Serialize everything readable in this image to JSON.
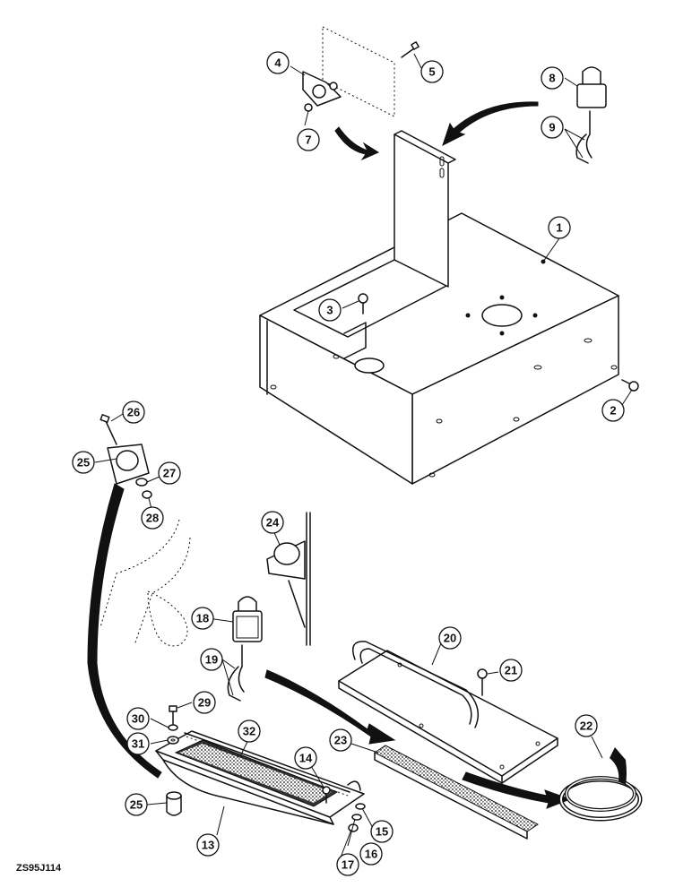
{
  "figure_code": "ZS95J114",
  "callouts": [
    {
      "id": "c1",
      "label": "1"
    },
    {
      "id": "c2",
      "label": "2"
    },
    {
      "id": "c3",
      "label": "3"
    },
    {
      "id": "c4",
      "label": "4"
    },
    {
      "id": "c5",
      "label": "5"
    },
    {
      "id": "c7",
      "label": "7"
    },
    {
      "id": "c8",
      "label": "8"
    },
    {
      "id": "c9",
      "label": "9"
    },
    {
      "id": "c13",
      "label": "13"
    },
    {
      "id": "c14",
      "label": "14"
    },
    {
      "id": "c15",
      "label": "15"
    },
    {
      "id": "c16",
      "label": "16"
    },
    {
      "id": "c17",
      "label": "17"
    },
    {
      "id": "c18",
      "label": "18"
    },
    {
      "id": "c19",
      "label": "19"
    },
    {
      "id": "c20",
      "label": "20"
    },
    {
      "id": "c21",
      "label": "21"
    },
    {
      "id": "c22",
      "label": "22"
    },
    {
      "id": "c23",
      "label": "23"
    },
    {
      "id": "c24",
      "label": "24"
    },
    {
      "id": "c25a",
      "label": "25"
    },
    {
      "id": "c25b",
      "label": "25"
    },
    {
      "id": "c26",
      "label": "26"
    },
    {
      "id": "c27",
      "label": "27"
    },
    {
      "id": "c28",
      "label": "28"
    },
    {
      "id": "c29",
      "label": "29"
    },
    {
      "id": "c30",
      "label": "30"
    },
    {
      "id": "c31",
      "label": "31"
    },
    {
      "id": "c32",
      "label": "32"
    }
  ]
}
